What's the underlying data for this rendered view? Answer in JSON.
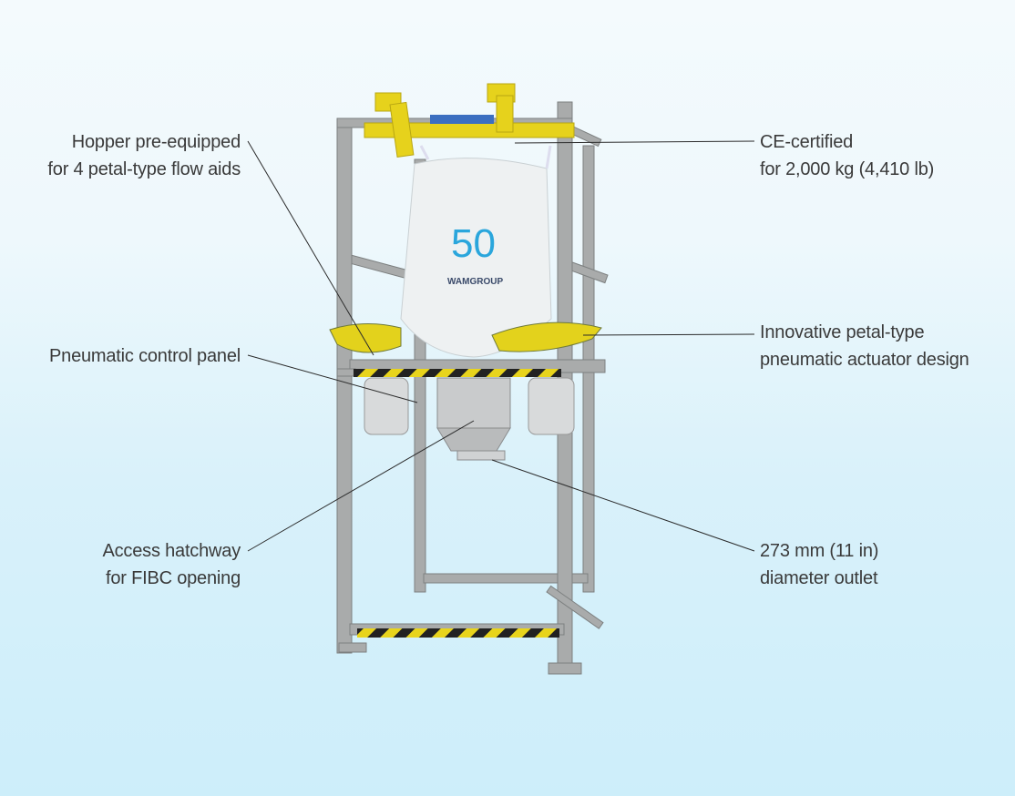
{
  "callouts": {
    "hopper": {
      "line1": "Hopper pre-equipped",
      "line2": "for 4 petal-type flow aids"
    },
    "ce": {
      "line1": "CE-certified",
      "line2": "for 2,000 kg (4,410 lb)"
    },
    "control_panel": {
      "line1": "Pneumatic control panel"
    },
    "actuator": {
      "line1": "Innovative petal-type",
      "line2": "pneumatic actuator design"
    },
    "hatchway": {
      "line1": "Access hatchway",
      "line2": "for FIBC opening"
    },
    "outlet": {
      "line1": "273 mm (11 in)",
      "line2": "diameter outlet"
    }
  },
  "bag_logo": {
    "number": "50",
    "brand": "WAMGROUP"
  },
  "colors": {
    "frame": "#9a9c9c",
    "yellow": "#e6d21c",
    "bag": "#eef1f2",
    "logo_blue": "#2aa6dc",
    "text": "#3a3a3a"
  }
}
